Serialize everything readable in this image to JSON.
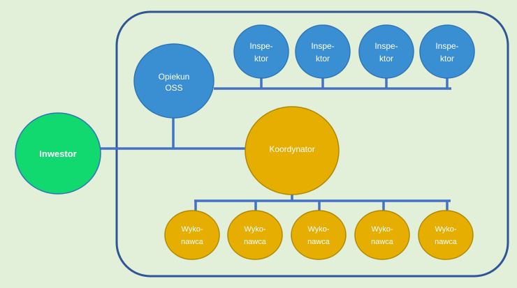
{
  "colors": {
    "background": "#E2EFD9",
    "frame": "#2F5597",
    "connector": "#4472C4",
    "investor": "#12D870",
    "blue_node": "#3A8FD3",
    "blue_node_border": "#2E74B5",
    "gold_node": "#E5AE00",
    "gold_node_border": "#B08800",
    "label": "#FFFFFF"
  },
  "nodes": {
    "investor": {
      "label": "Inwestor"
    },
    "guardian": {
      "line1": "Opiekun",
      "line2": "OSS"
    },
    "coordinator": {
      "label": "Koordynator"
    },
    "inspectors": [
      {
        "line1": "Inspe-",
        "line2": "ktor"
      },
      {
        "line1": "Inspe-",
        "line2": "ktor"
      },
      {
        "line1": "Inspe-",
        "line2": "ktor"
      },
      {
        "line1": "Inspe-",
        "line2": "ktor"
      }
    ],
    "contractors": [
      {
        "line1": "Wyko-",
        "line2": "nawca"
      },
      {
        "line1": "Wyko-",
        "line2": "nawca"
      },
      {
        "line1": "Wyko-",
        "line2": "nawca"
      },
      {
        "line1": "Wyko-",
        "line2": "nawca"
      },
      {
        "line1": "Wyko-",
        "line2": "nawca"
      }
    ]
  }
}
